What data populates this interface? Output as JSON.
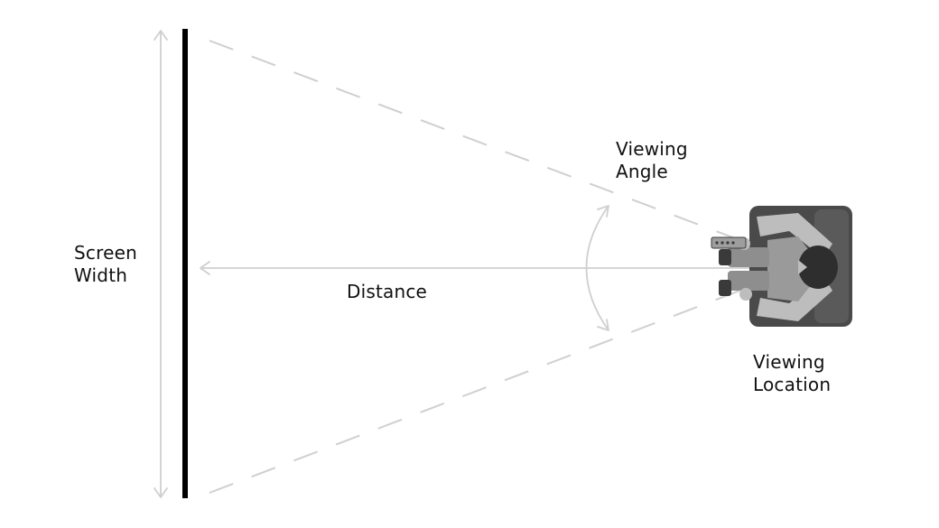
{
  "labels": {
    "screen_width": [
      "Screen",
      "Width"
    ],
    "distance": "Distance",
    "viewing_angle": [
      "Viewing",
      "Angle"
    ],
    "viewing_location": [
      "Viewing",
      "Location"
    ]
  },
  "colors": {
    "screen": "#000000",
    "guide_lines": "#cfcfcf",
    "text": "#111111",
    "chair": "#4a4a4a",
    "person_light": "#bdbdbd",
    "person_mid": "#8e8e8e",
    "person_dark": "#3a3a3a"
  },
  "icons": {
    "viewer": "person-seated-in-chair-icon",
    "remote": "remote-control-icon"
  }
}
